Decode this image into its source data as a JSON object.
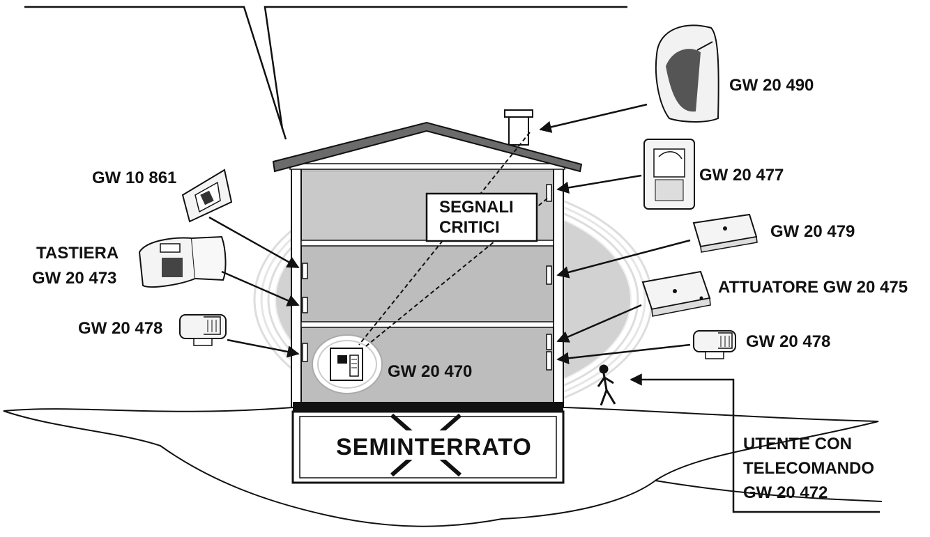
{
  "labels": {
    "gw20490": "GW 20 490",
    "gw20477": "GW 20 477",
    "gw20479": "GW 20 479",
    "gw20475": "ATTUATORE GW 20 475",
    "gw20478_right": "GW 20 478",
    "gw10861": "GW 10 861",
    "tastiera_line1": "TASTIERA",
    "tastiera_line2": "GW 20 473",
    "gw20478_left": "GW 20 478",
    "gw20470": "GW 20 470",
    "segnali_line1": "SEGNALI",
    "segnali_line2": "CRITICI",
    "seminterrato": "SEMINTERRATO",
    "utente_line1": "UTENTE CON",
    "utente_line2": "TELECOMANDO",
    "utente_line3": "GW 20 472"
  },
  "colors": {
    "ink": "#111111",
    "coverage": "#cfcfcf",
    "house_fill": "#bdbdbd",
    "roof": "#6b6b6b",
    "device": "#f2f2f2"
  }
}
